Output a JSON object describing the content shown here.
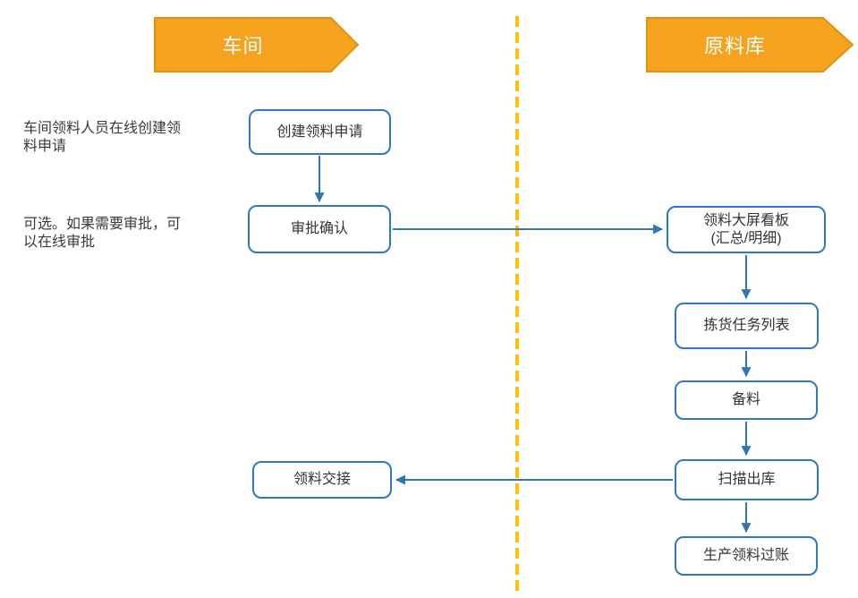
{
  "diagram": {
    "lanes": [
      {
        "id": "workshop",
        "label": "车间"
      },
      {
        "id": "warehouse",
        "label": "原料库"
      }
    ],
    "annotations": [
      {
        "text": "车间领料人员在线创建领\n料申请"
      },
      {
        "text": "可选。如果需要审批，可\n以在线审批"
      }
    ],
    "nodes": [
      {
        "id": "create-request",
        "label": "创建领料申请"
      },
      {
        "id": "approval-confirm",
        "label": "审批确认"
      },
      {
        "id": "handover",
        "label": "领料交接"
      },
      {
        "id": "dashboard",
        "label": "领料大屏看板\n(汇总/明细)"
      },
      {
        "id": "picking-task-list",
        "label": "拣货任务列表"
      },
      {
        "id": "prepare-material",
        "label": "备料"
      },
      {
        "id": "scan-outbound",
        "label": "扫描出库"
      },
      {
        "id": "production-posting",
        "label": "生产领料过账"
      }
    ],
    "colors": {
      "lane_fill": "#f5a31e",
      "lane_border": "#df940d",
      "node_border": "#2e78c4",
      "connector": "#2e75b6",
      "divider": "#ffc000",
      "text": "#3a3a3a"
    }
  }
}
